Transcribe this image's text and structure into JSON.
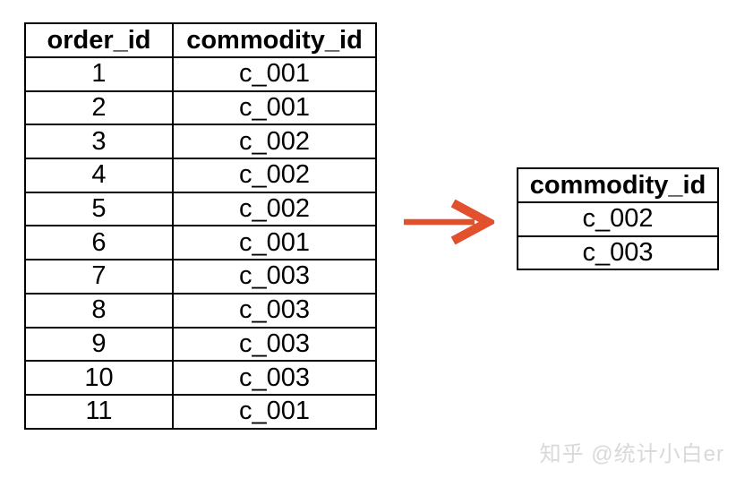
{
  "left_table": {
    "columns": [
      "order_id",
      "commodity_id"
    ],
    "rows": [
      [
        "1",
        "c_001"
      ],
      [
        "2",
        "c_001"
      ],
      [
        "3",
        "c_002"
      ],
      [
        "4",
        "c_002"
      ],
      [
        "5",
        "c_002"
      ],
      [
        "6",
        "c_001"
      ],
      [
        "7",
        "c_003"
      ],
      [
        "8",
        "c_003"
      ],
      [
        "9",
        "c_003"
      ],
      [
        "10",
        "c_003"
      ],
      [
        "11",
        "c_001"
      ]
    ]
  },
  "right_table": {
    "columns": [
      "commodity_id"
    ],
    "rows": [
      [
        "c_002"
      ],
      [
        "c_003"
      ]
    ]
  },
  "arrow": {
    "color": "#e2512e"
  },
  "watermark": {
    "text": "知乎 @统计小白er",
    "color": "#d9d9d9"
  },
  "colors": {
    "table_border": "#000000",
    "text": "#000000",
    "background": "#ffffff"
  }
}
